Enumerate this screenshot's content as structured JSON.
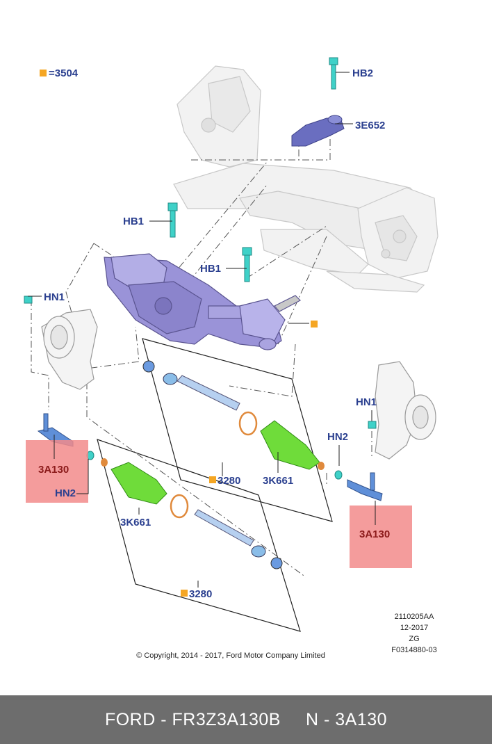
{
  "legend": {
    "text": "=3504",
    "swatch_color": "#f5a623"
  },
  "labels": {
    "hb2": "HB2",
    "e3652": "3E652",
    "hb1_a": "HB1",
    "hb1_b": "HB1",
    "hn1_left": "HN1",
    "hn1_right": "HN1",
    "hn2_left": "HN2",
    "hn2_right": "HN2",
    "a3130_left": "3A130",
    "a3130_right": "3A130",
    "k3661_upper": "3K661",
    "k3661_lower": "3K661",
    "b3280_upper": "3280",
    "b3280_lower": "3280"
  },
  "colors": {
    "highlight": "#f28b8b",
    "label_blue": "#2a3f8f",
    "label_red": "#8b1a1a",
    "rack_purple": "#9a93d8",
    "boot_green": "#6fdc3a",
    "bolt_cyan": "#3fd1c8",
    "ring_orange": "#e08a3c",
    "footer_bg": "#6d6d6d"
  },
  "meta": {
    "code": "2110205AA",
    "date": "12-2017",
    "zg": "ZG",
    "figure": "F0314880-03",
    "copyright": "© Copyright, 2014 - 2017, Ford Motor Company Limited"
  },
  "footer": {
    "left": "FORD - FR3Z3A130B",
    "right": "N - 3A130"
  }
}
